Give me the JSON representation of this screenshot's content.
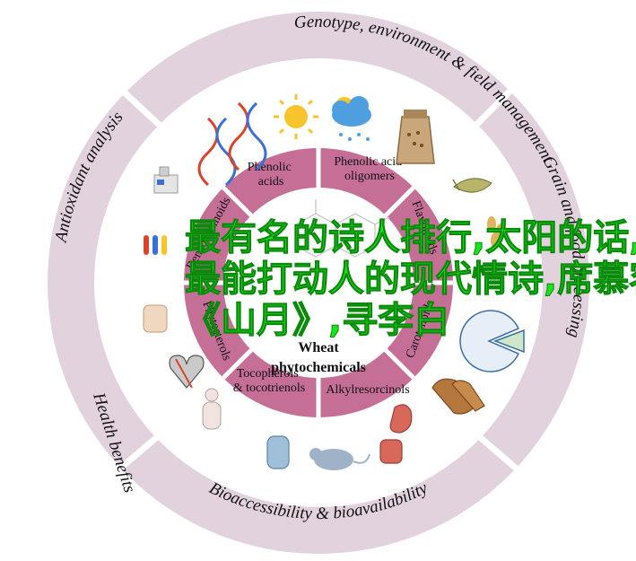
{
  "outer_ring": [
    {
      "key": "genotype",
      "label": "Genotype, environment & field management"
    },
    {
      "key": "grain",
      "label": "Grain and food processing"
    },
    {
      "key": "bio",
      "label": "Bioaccessibility & bioavailability"
    },
    {
      "key": "health",
      "label": "Health benefits"
    },
    {
      "key": "antiox",
      "label": "Antioxidant analysis"
    }
  ],
  "inner_ring": [
    {
      "key": "phenolic_acids",
      "lines": [
        "Phenolic",
        "acids"
      ]
    },
    {
      "key": "oligomers",
      "lines": [
        "Phenolic acid",
        "oligomers"
      ]
    },
    {
      "key": "flavonoids",
      "lines": [
        "Flavonoids"
      ]
    },
    {
      "key": "carotenoids",
      "lines": [
        "Carotenoids"
      ]
    },
    {
      "key": "alkylresorcinols",
      "lines": [
        "Alkylresorcinols"
      ]
    },
    {
      "key": "tocopherols",
      "lines": [
        "Tocopherols",
        "& tocotrienols"
      ]
    },
    {
      "key": "phytosterols",
      "lines": [
        "Phytosterols"
      ]
    },
    {
      "key": "benzoxazinoids",
      "lines": [
        "Benzoxazinoids"
      ]
    }
  ],
  "center": {
    "line1": "Wheat",
    "line2": "phytochemicals"
  },
  "overlay_lines": [
    "最有名的诗人排行,太阳的话,",
    "最能打动人的现代情诗,席慕容",
    "《山月》,寻李白"
  ],
  "colors": {
    "outer_band": "#e2d2dd",
    "outer_divider": "#ffffff",
    "inner_band": "#c56e96",
    "inner_fill": "#ffffff",
    "text": "#111111",
    "overlay": "#19e619"
  }
}
